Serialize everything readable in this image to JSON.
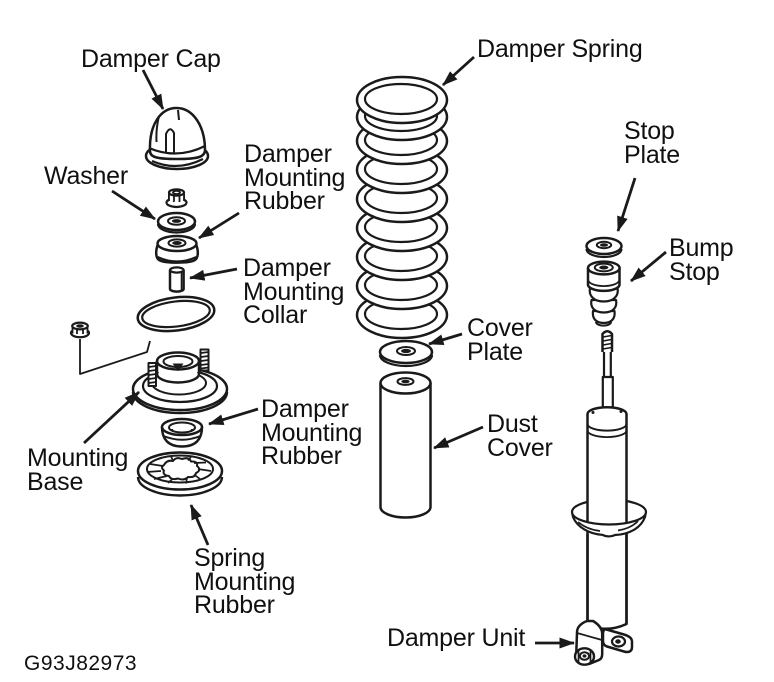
{
  "figure": {
    "code": "G93J82973",
    "background": "#ffffff",
    "ink_color": "#1a1a1a",
    "text_color": "#101010"
  },
  "callouts": {
    "damper_cap": "Damper Cap",
    "washer": "Washer",
    "damper_mounting_rubber_upper": "Damper\nMounting\nRubber",
    "damper_mounting_collar": "Damper\nMounting\nCollar",
    "mounting_base": "Mounting\nBase",
    "damper_mounting_rubber_lower": "Damper\nMounting\nRubber",
    "spring_mounting_rubber": "Spring\nMounting\nRubber",
    "damper_spring": "Damper Spring",
    "cover_plate": "Cover\nPlate",
    "dust_cover": "Dust\nCover",
    "stop_plate": "Stop\nPlate",
    "bump_stop": "Bump\nStop",
    "damper_unit": "Damper Unit"
  }
}
